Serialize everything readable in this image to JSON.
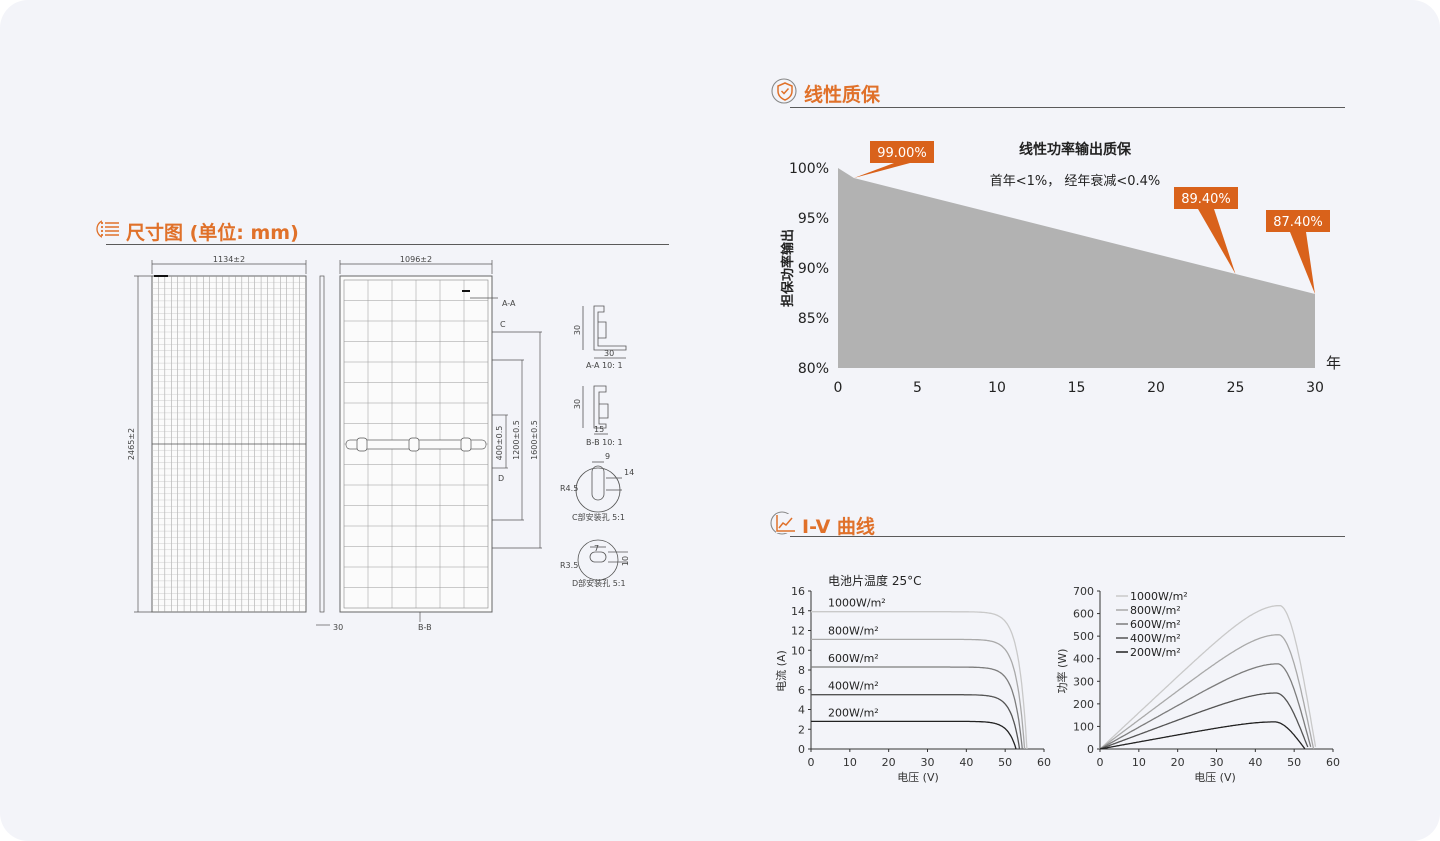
{
  "colors": {
    "accent": "#e0712a",
    "area": "#b2b2b2",
    "callout": "#d9621b"
  },
  "dimensions_section": {
    "title": "尺寸图 (单位: mm)",
    "icon": "ruler-list-icon",
    "drawing": {
      "front_width": "1134±2",
      "back_width": "1096±2",
      "height": "2465±2",
      "frame_thickness": "30",
      "dim_400": "400±0.5",
      "dim_1200": "1200±0.5",
      "dim_1600": "1600±0.5",
      "label_aa": "A-A",
      "label_c": "C",
      "label_d": "D",
      "label_bb": "B-B",
      "aa_30": "30",
      "aa_30b": "30",
      "aa_caption": "A-A 10: 1",
      "bb_30": "30",
      "bb_15": "15",
      "bb_caption": "B-B 10: 1",
      "c_9": "9",
      "c_14": "14",
      "c_r": "R4.5",
      "c_caption": "C部安装孔 5:1",
      "d_7": "7",
      "d_10": "10",
      "d_r": "R3.5",
      "d_caption": "D部安装孔 5:1"
    }
  },
  "warranty_section": {
    "title": "线性质保",
    "icon": "shield-check-icon"
  },
  "iv_section": {
    "title": "I-V 曲线",
    "icon": "line-chart-icon"
  },
  "chart_data": [
    {
      "type": "area",
      "title": "线性功率输出质保",
      "subtitle": "首年<1%， 经年衰减<0.4%",
      "ylabel": "担保功率输出",
      "xlabel": "年",
      "x": [
        0,
        1,
        30
      ],
      "values": [
        100,
        99.0,
        87.4
      ],
      "xlim": [
        0,
        30
      ],
      "ylim": [
        80,
        100
      ],
      "xticks": [
        "0",
        "5",
        "10",
        "15",
        "20",
        "25",
        "30"
      ],
      "yticks": [
        "80%",
        "85%",
        "90%",
        "95%",
        "100%"
      ],
      "annotations": [
        {
          "x": 1,
          "y": 99.0,
          "label": "99.00%"
        },
        {
          "x": 25,
          "y": 89.4,
          "label": "89.40%"
        },
        {
          "x": 30,
          "y": 87.4,
          "label": "87.40%"
        }
      ]
    },
    {
      "type": "line",
      "annotation": "电池片温度 25°C",
      "xlabel": "电压 (V)",
      "ylabel": "电流 (A)",
      "xlim": [
        0,
        60
      ],
      "ylim": [
        0,
        16
      ],
      "xticks": [
        0,
        10,
        20,
        30,
        40,
        50,
        60
      ],
      "yticks": [
        0,
        2,
        4,
        6,
        8,
        10,
        12,
        14,
        16
      ],
      "series": [
        {
          "name": "1000W/m²",
          "isc": 13.9,
          "voc": 55.6,
          "color": "#c9c9c9"
        },
        {
          "name": "800W/m²",
          "isc": 11.1,
          "voc": 55.0,
          "color": "#a9a9a9"
        },
        {
          "name": "600W/m²",
          "isc": 8.3,
          "voc": 54.4,
          "color": "#7d7d7d"
        },
        {
          "name": "400W/m²",
          "isc": 5.5,
          "voc": 53.7,
          "color": "#545454"
        },
        {
          "name": "200W/m²",
          "isc": 2.8,
          "voc": 52.8,
          "color": "#222222"
        }
      ]
    },
    {
      "type": "line",
      "xlabel": "电压 (V)",
      "ylabel": "功率 (W)",
      "xlim": [
        0,
        60
      ],
      "ylim": [
        0,
        700
      ],
      "xticks": [
        0,
        10,
        20,
        30,
        40,
        50,
        60
      ],
      "yticks": [
        0,
        100,
        200,
        300,
        400,
        500,
        600,
        700
      ],
      "legend": "top-left",
      "series": [
        {
          "name": "1000W/m²",
          "pmax": 635,
          "vmp": 46.5,
          "voc": 55.6,
          "color": "#c9c9c9"
        },
        {
          "name": "800W/m²",
          "pmax": 506,
          "vmp": 46.2,
          "voc": 55.0,
          "color": "#a9a9a9"
        },
        {
          "name": "600W/m²",
          "pmax": 377,
          "vmp": 46.0,
          "voc": 54.4,
          "color": "#7d7d7d"
        },
        {
          "name": "400W/m²",
          "pmax": 248,
          "vmp": 45.6,
          "voc": 53.7,
          "color": "#545454"
        },
        {
          "name": "200W/m²",
          "pmax": 120,
          "vmp": 45.2,
          "voc": 52.8,
          "color": "#222222"
        }
      ]
    }
  ]
}
